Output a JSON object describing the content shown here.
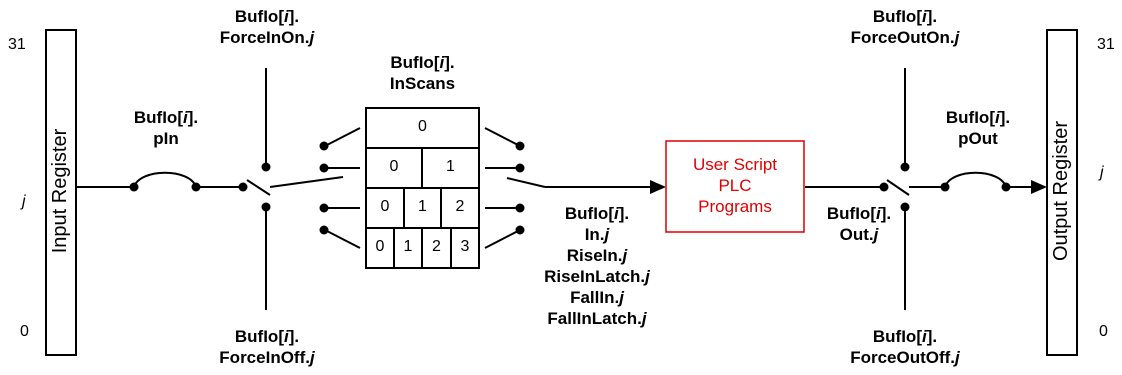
{
  "input_register": {
    "title": "Input Register",
    "top_index": "31",
    "mid_index": "j",
    "bottom_index": "0"
  },
  "output_register": {
    "title": "Output Register",
    "top_index": "31",
    "mid_index": "j",
    "bottom_index": "0"
  },
  "labels": {
    "pin": {
      "line1": "BufIo[",
      "i": "i",
      "line1_end": "].",
      "line2": "pIn"
    },
    "force_in_on": {
      "line1": "BufIo[",
      "i": "i",
      "line1_end": "].",
      "line2": "ForceInOn.",
      "j": "j"
    },
    "force_in_off": {
      "line1": "BufIo[",
      "i": "i",
      "line1_end": "].",
      "line2": "ForceInOff.",
      "j": "j"
    },
    "in_scans": {
      "line1": "BufIo[",
      "i": "i",
      "line1_end": "].",
      "line2": "InScans"
    },
    "in_group": {
      "line1": "BufIo[",
      "i": "i",
      "line1_end": "].",
      "line2": "In.",
      "line3": "RiseIn.",
      "line4": "RiseInLatch.",
      "line5": "FallIn.",
      "line6": "FallInLatch.",
      "j": "j"
    },
    "out": {
      "line1": "BufIo[",
      "i": "i",
      "line1_end": "].",
      "line2": "Out.",
      "j": "j"
    },
    "force_out_on": {
      "line1": "BufIo[",
      "i": "i",
      "line1_end": "].",
      "line2": "ForceOutOn.",
      "j": "j"
    },
    "force_out_off": {
      "line1": "BufIo[",
      "i": "i",
      "line1_end": "].",
      "line2": "ForceOutOff.",
      "j": "j"
    },
    "pout": {
      "line1": "BufIo[",
      "i": "i",
      "line1_end": "].",
      "line2": "pOut"
    }
  },
  "scan_table": {
    "row1": [
      "0"
    ],
    "row2": [
      "0",
      "1"
    ],
    "row3": [
      "0",
      "1",
      "2"
    ],
    "row4": [
      "0",
      "1",
      "2",
      "3"
    ]
  },
  "plc_box": {
    "line1": "User Script",
    "line2": "PLC",
    "line3": "Programs"
  },
  "colors": {
    "line": "#000000",
    "plc_border": "#e00000",
    "plc_text": "#e00000"
  }
}
